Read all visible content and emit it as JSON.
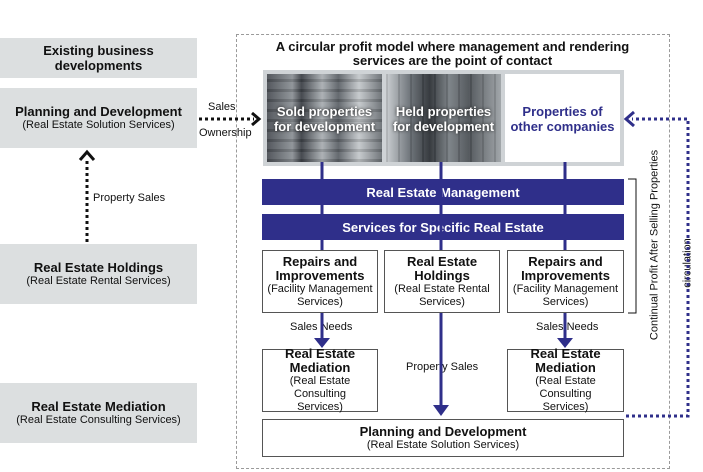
{
  "left": {
    "existing": {
      "title": "Existing business developments"
    },
    "planning": {
      "title": "Planning and Development",
      "sub": "(Real Estate Solution Services)"
    },
    "holdings": {
      "title": "Real Estate Holdings",
      "sub": "(Real Estate Rental Services)"
    },
    "mediation": {
      "title": "Real Estate Mediation",
      "sub": "(Real Estate Consulting Services)"
    },
    "property_sales": "Property Sales",
    "sales": "Sales",
    "ownership": "Ownership"
  },
  "header": {
    "line1": "A circular profit model where management and rendering",
    "line2": "services are the point of contact"
  },
  "photos": {
    "sold": {
      "line1": "Sold properties",
      "line2": "for development"
    },
    "held": {
      "line1": "Held properties",
      "line2": "for development"
    },
    "other": {
      "line1": "Properties of",
      "line2": "other companies"
    }
  },
  "bars": {
    "management": "Real Estate Management",
    "specific": "Services for Specific Real Estate"
  },
  "services": {
    "repairs_left": {
      "l1": "Repairs and",
      "l2": "Improvements",
      "s1": "(Facility Management",
      "s2": "Services)"
    },
    "holdings": {
      "l1": "Real Estate",
      "l2": "Holdings",
      "s1": "(Real Estate Rental",
      "s2": "Services)"
    },
    "repairs_right": {
      "l1": "Repairs and",
      "l2": "Improvements",
      "s1": "(Facility Management",
      "s2": "Services)"
    }
  },
  "labels": {
    "sales_needs_left": "Sales Needs",
    "sales_needs_right": "Sales Needs",
    "property_sales": "Property Sales"
  },
  "mediation_boxes": {
    "left": {
      "l1": "Real Estate",
      "l2": "Mediation",
      "s1": "(Real Estate Consulting",
      "s2": "Services)"
    },
    "right": {
      "l1": "Real Estate",
      "l2": "Mediation",
      "s1": "(Real Estate Consulting",
      "s2": "Services)"
    }
  },
  "bottom": {
    "title": "Planning and Development",
    "sub": "(Real Estate Solution Services)"
  },
  "side": {
    "continual": "Continual Profit After Selling Properties",
    "circulation": "circulation"
  },
  "colors": {
    "navy": "#2f2f8a",
    "gray": "#dcdfe0"
  }
}
